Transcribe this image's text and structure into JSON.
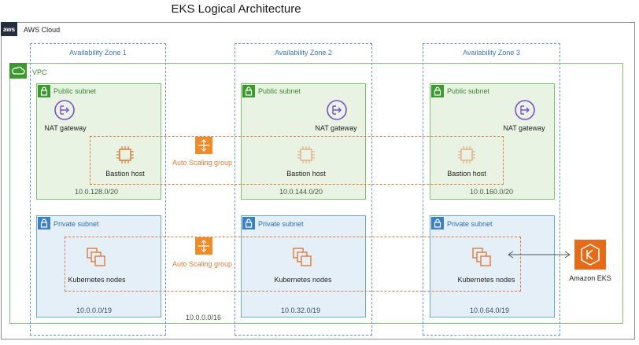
{
  "title": "EKS Logical Architecture",
  "cloud": {
    "label": "AWS Cloud",
    "badge": "aws"
  },
  "vpc": {
    "label": "VPC",
    "cidr": "10.0.0.0/16"
  },
  "zones": [
    {
      "label": "Availability Zone 1",
      "public_cidr": "10.0.128.0/20",
      "private_cidr": "10.0.0.0/19"
    },
    {
      "label": "Availability Zone 2",
      "public_cidr": "10.0.144.0/20",
      "private_cidr": "10.0.32.0/19"
    },
    {
      "label": "Availability Zone 3",
      "public_cidr": "10.0.160.0/20",
      "private_cidr": "10.0.64.0/19"
    }
  ],
  "public_subnet_label": "Public subnet",
  "private_subnet_label": "Private subnet",
  "nat_label": "NAT gateway",
  "bastion_label": "Bastion host",
  "nodes_label": "Kubernetes nodes",
  "asg_label": "Auto Scaling group",
  "eks_label": "Amazon EKS",
  "colors": {
    "public": "#3a9a30",
    "private": "#3b7fc4",
    "asg": "#e07b39",
    "nat": "#7b4fd1",
    "eks": "#e66a17"
  }
}
